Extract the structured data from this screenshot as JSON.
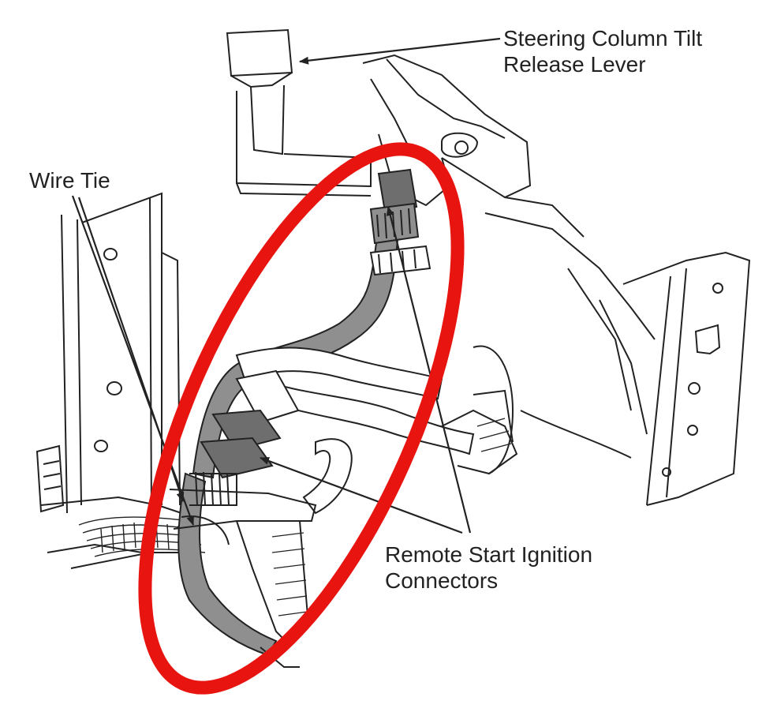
{
  "labels": {
    "tilt_lever": [
      "Steering Column Tilt",
      "Release Lever"
    ],
    "wire_tie": "Wire Tie",
    "remote_start": [
      "Remote Start Ignition",
      "Connectors"
    ]
  },
  "colors": {
    "highlight_ellipse": "#e8140f",
    "line_art": "#222222",
    "harness_fill": "#8f8f8f",
    "connector_fill": "#6e6e6e"
  }
}
